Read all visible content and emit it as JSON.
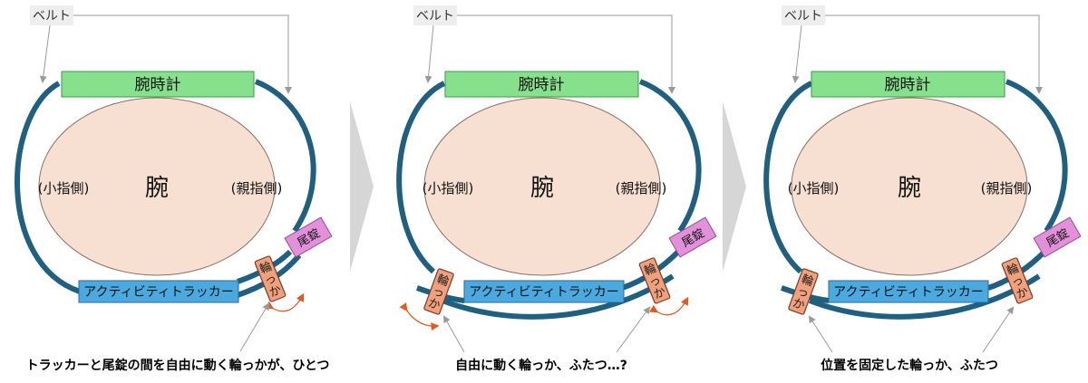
{
  "colors": {
    "strap": "#1f5f7f",
    "watch": "#86e08c",
    "watch_border": "#3a9a4a",
    "tracker": "#4aa9df",
    "tracker_border": "#2a6a9a",
    "arm": "#f7e0d2",
    "arm_border": "#8a7060",
    "clasp": "#e290da",
    "clasp_border": "#9a4a90",
    "loop": "#f0a07a",
    "loop_border": "#7a3a2a",
    "motion_arrow": "#e25a1e"
  },
  "icons": [
    "rotate-arrow-icon"
  ],
  "panels": [
    {
      "belt_label": "ベルト",
      "watch_label": "腕時計",
      "arm_label": "腕",
      "left_side_label": "(小指側)",
      "right_side_label": "(親指側)",
      "tracker_label": "アクティビティトラッカー",
      "clasp_label": "尾錠",
      "loop_label": "輪っか",
      "caption": "トラッカーと尾錠の間を自由に動く輪っかが、ひとつ"
    },
    {
      "belt_label": "ベルト",
      "watch_label": "腕時計",
      "arm_label": "腕",
      "left_side_label": "(小指側)",
      "right_side_label": "(親指側)",
      "tracker_label": "アクティビティトラッカー",
      "clasp_label": "尾錠",
      "loop_label": "輪っか",
      "caption": "自由に動く輪っか、ふたつ…?"
    },
    {
      "belt_label": "ベルト",
      "watch_label": "腕時計",
      "arm_label": "腕",
      "left_side_label": "(小指側)",
      "right_side_label": "(親指側)",
      "tracker_label": "アクティビティトラッカー",
      "clasp_label": "尾錠",
      "loop_label": "輪っか",
      "caption": "位置を固定した輪っか、ふたつ"
    }
  ]
}
